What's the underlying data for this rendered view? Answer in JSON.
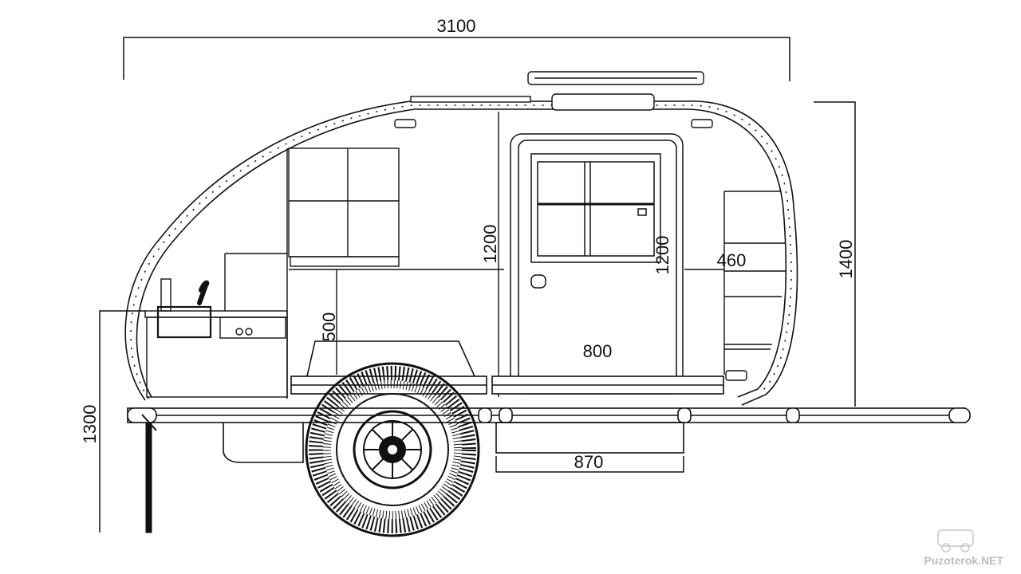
{
  "diagram": {
    "dimensions": {
      "overall_length": "3100",
      "total_height": "1400",
      "hitch_height": "1300",
      "cabinet_height": "1200",
      "door_height": "1200",
      "galley_height": "500",
      "door_width": "800",
      "rear_shelf_depth": "460",
      "step_width": "870"
    },
    "watermark": {
      "text": "Puzoterok.NET"
    },
    "colors": {
      "line": "#111111",
      "background": "#ffffff",
      "watermark": "#bdbdbd"
    }
  }
}
